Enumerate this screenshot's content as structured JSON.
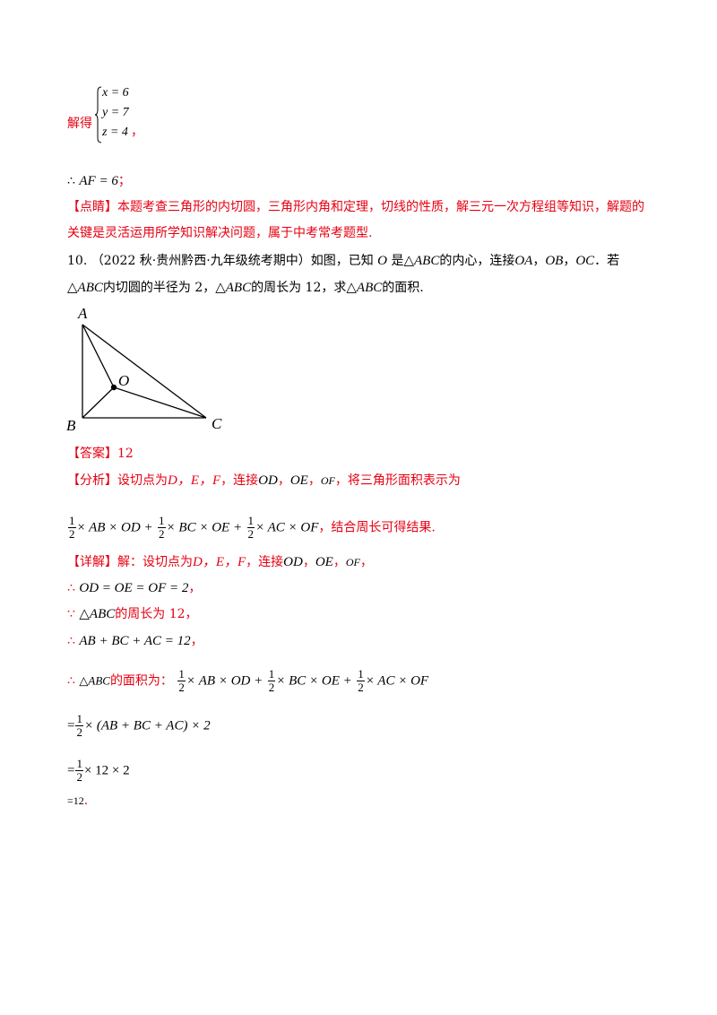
{
  "solve_prefix": "解得",
  "system": [
    "x = 6",
    "y = 7",
    "z = 4"
  ],
  "system_suffix": "，",
  "af_line": {
    "therefore": "∴",
    "expr": "AF = 6",
    "end": "；"
  },
  "dianjing": {
    "label": "【点睛】",
    "line1": "本题考查三角形的内切圆，三角形内角和定理，切线的性质，解三元一次方程组等知识，解题的",
    "line2": "关键是灵活运用所学知识解决问题，属于中考常考题型."
  },
  "question": {
    "number": "10.",
    "source": "（2022 秋·贵州黔西·九年级统考期中）",
    "text1": "如图，已知",
    "o": "O",
    "text2": "是",
    "triangle": "△ABC",
    "text3": "的内心，连接",
    "oa": "OA",
    "ob": "OB",
    "oc": "OC",
    "comma": "，",
    "text4": "．若",
    "line2_text1": "内切圆的半径为 2，",
    "line2_text2": "的周长为 12，求",
    "line2_text3": "的面积."
  },
  "figure": {
    "A": "A",
    "B": "B",
    "C": "C",
    "O": "O"
  },
  "answer": {
    "label": "【答案】",
    "value": "12"
  },
  "analysis": {
    "label": "【分析】",
    "text1": "设切点为",
    "points": "D，E，F",
    "text2": "，连接",
    "od": "OD",
    "oe": "OE",
    "of": "OF",
    "text3": "，将三角形面积表示为",
    "formula_terms": [
      "× AB × OD +",
      "× BC × OE +",
      "× AC × OF"
    ],
    "text4": "，结合周长可得结果."
  },
  "detail": {
    "label": "【详解】",
    "text1": "解：设切点为",
    "points": "D，E，F",
    "text2": "，连接",
    "od": "OD",
    "oe": "OE",
    "of": "OF",
    "end": "，",
    "step1_sym": "∴",
    "step1": "OD = OE = OF = 2",
    "step2_sym": "∵",
    "step2_text": "的周长为 12，",
    "step3_sym": "∴",
    "step3": "AB + BC + AC = 12",
    "step4_sym": "∴",
    "step4_text": "的面积为：",
    "step4_terms": [
      "× AB × OD +",
      "× BC × OE +",
      "× AC × OF"
    ],
    "step5_expr": "× (AB + BC + AC) × 2",
    "step6_expr": "× 12 × 2",
    "step7": "=12",
    "final_dot": "."
  },
  "frac_num": "1",
  "frac_den": "2",
  "eq_sign": "=",
  "sep": "，"
}
